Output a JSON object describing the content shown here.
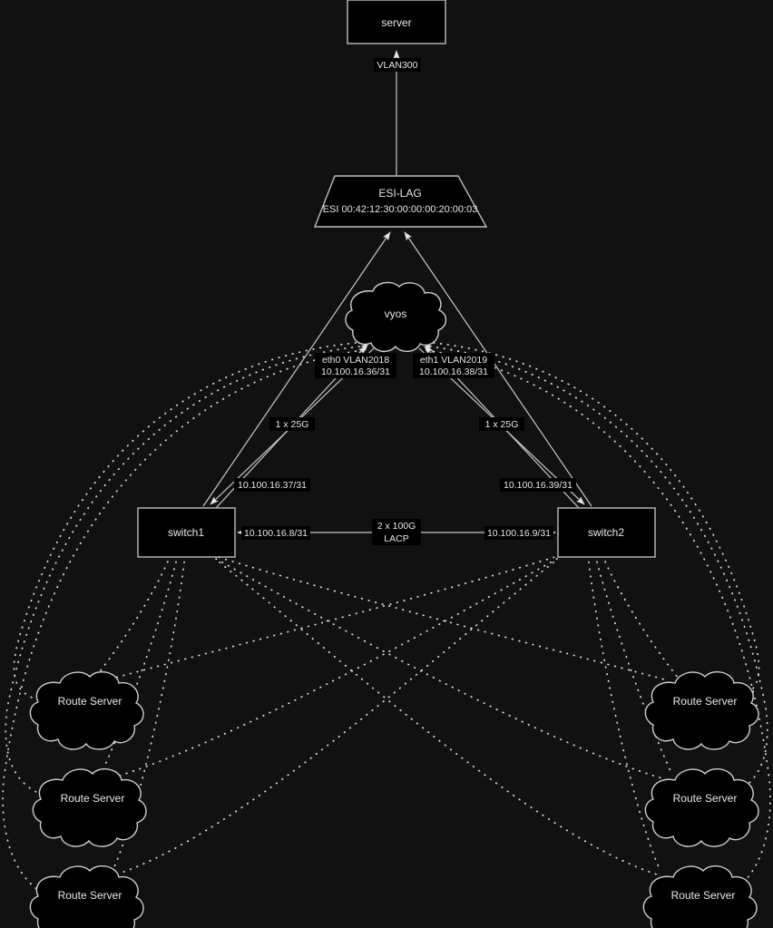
{
  "diagram": {
    "type": "network-topology",
    "background_color": "#111111",
    "node_fill": "#000000",
    "node_stroke": "#bfbfbf",
    "text_color": "#e8e8e8",
    "nodes": {
      "server": {
        "label": "server",
        "shape": "rectangle"
      },
      "esilag": {
        "label": "ESI-LAG",
        "label2": "ESI 00:42:12:30:00:00:00:20:00:03",
        "shape": "trapezoid"
      },
      "vyos": {
        "label": "vyos",
        "shape": "cloud"
      },
      "switch1": {
        "label": "switch1",
        "shape": "rectangle"
      },
      "switch2": {
        "label": "switch2",
        "shape": "rectangle"
      },
      "rs_l1": {
        "label": "Route Server",
        "shape": "cloud"
      },
      "rs_l2": {
        "label": "Route Server",
        "shape": "cloud"
      },
      "rs_l3": {
        "label": "Route Server",
        "shape": "cloud"
      },
      "rs_r1": {
        "label": "Route Server",
        "shape": "cloud"
      },
      "rs_r2": {
        "label": "Route Server",
        "shape": "cloud"
      },
      "rs_r3": {
        "label": "Route Server",
        "shape": "cloud"
      }
    },
    "edge_labels": {
      "vlan300": "VLAN300",
      "eth0_vlan": "eth0 VLAN2018",
      "eth0_ip": "10.100.16.36/31",
      "eth1_vlan": "eth1 VLAN2019",
      "eth1_ip": "10.100.16.38/31",
      "left_speed": "1 x 25G",
      "right_speed": "1 x 25G",
      "left_ip": "10.100.16.37/31",
      "right_ip": "10.100.16.39/31",
      "peer_speed": "2 x 100G",
      "peer_proto": "LACP",
      "peer_ip_left": "10.100.16.8/31",
      "peer_ip_right": "10.100.16.9/31"
    }
  }
}
